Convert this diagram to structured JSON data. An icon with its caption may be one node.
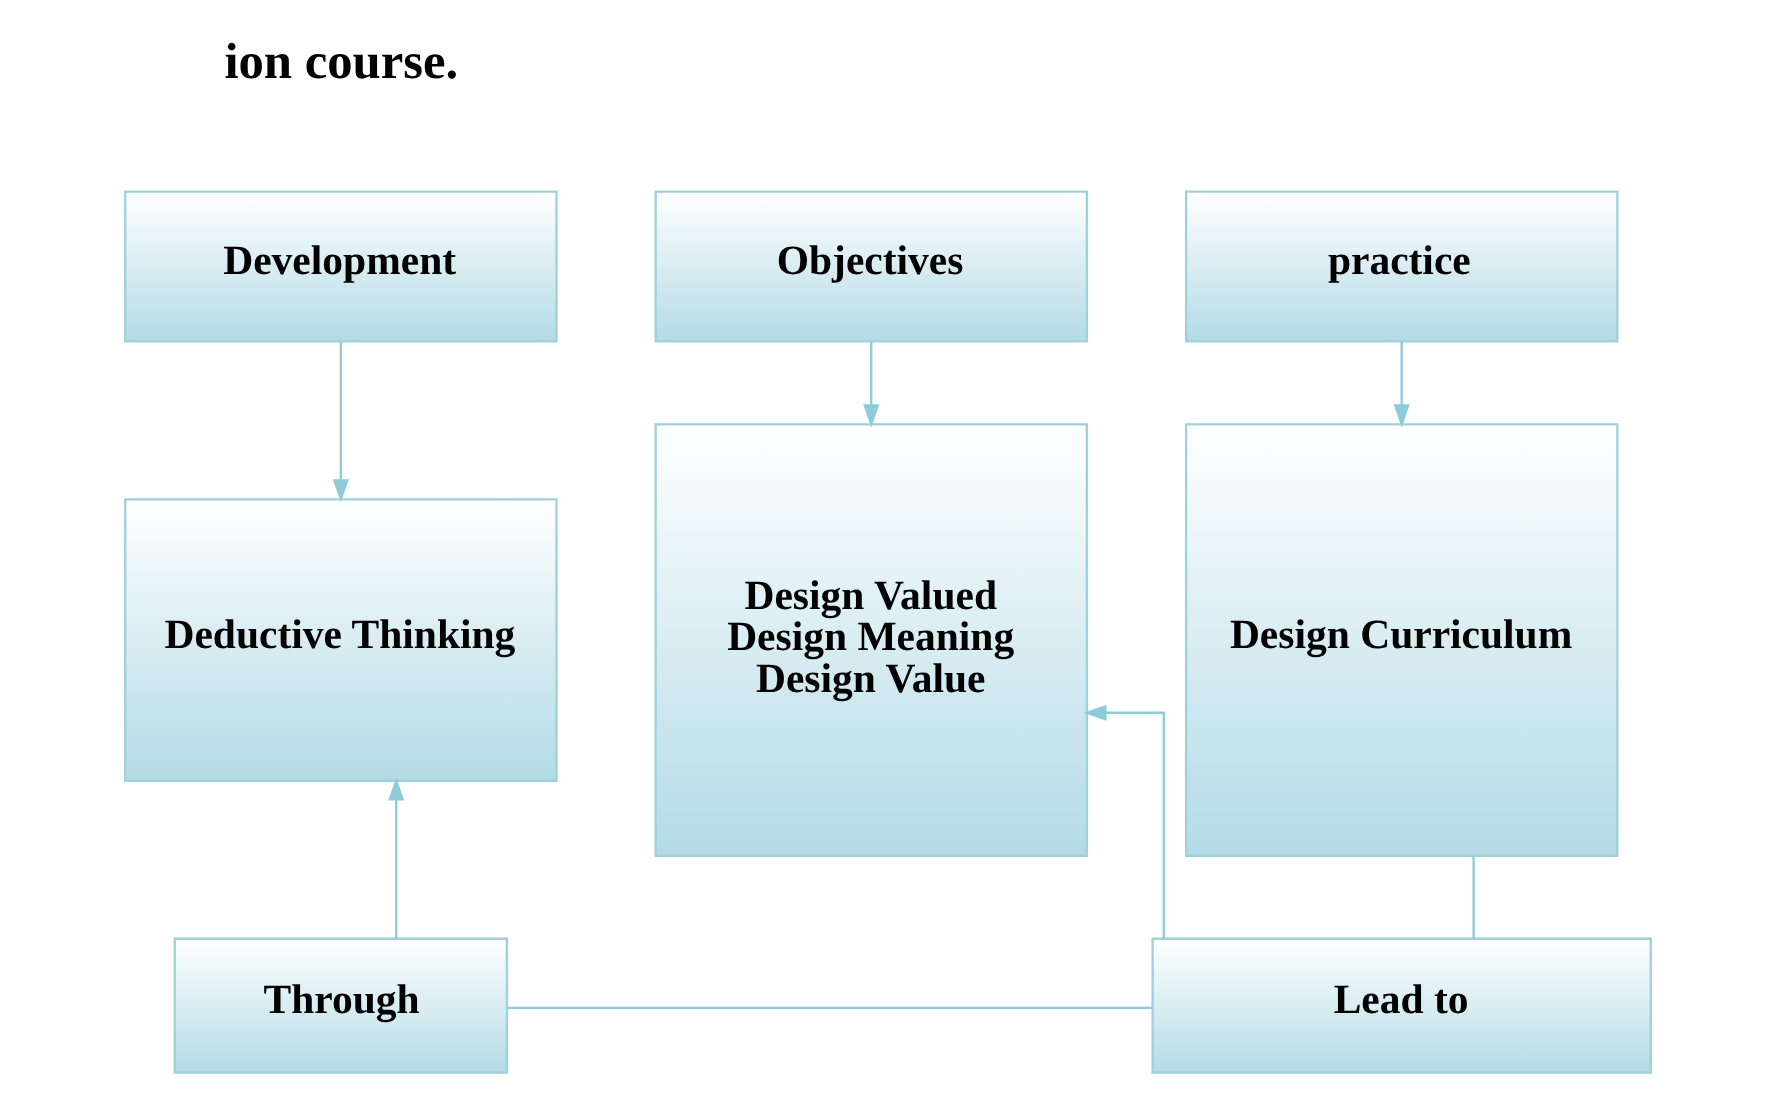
{
  "diagram": {
    "nodes": [
      {
        "text": [
          "Objectives"
        ]
      },
      {
        "text": [
          "Development"
        ]
      },
      {
        "text": [
          "practice"
        ]
      },
      {
        "text": [
          "Design Valued",
          "Design Meaning",
          "Design Value"
        ]
      },
      {
        "text": [
          "Deductive Thinking"
        ]
      },
      {
        "text": [
          "Design Curriculum"
        ]
      },
      {
        "text": [
          "Through"
        ]
      },
      {
        "text": [
          "Lead to"
        ]
      }
    ],
    "edges": [
      {
        "from": 0,
        "to": 3,
        "arrow": "to"
      },
      {
        "from": 1,
        "to": 4,
        "arrow": "to"
      },
      {
        "from": 2,
        "to": 5,
        "arrow": "to"
      },
      {
        "from": 6,
        "to": 4,
        "arrow": "to"
      },
      {
        "from": 7,
        "to": 6,
        "arrow": "none"
      },
      {
        "from": 7,
        "to": 3,
        "arrow": "to"
      },
      {
        "from": 5,
        "to": 7,
        "arrow": "none"
      }
    ],
    "labels": [
      "ion course."
    ]
  }
}
